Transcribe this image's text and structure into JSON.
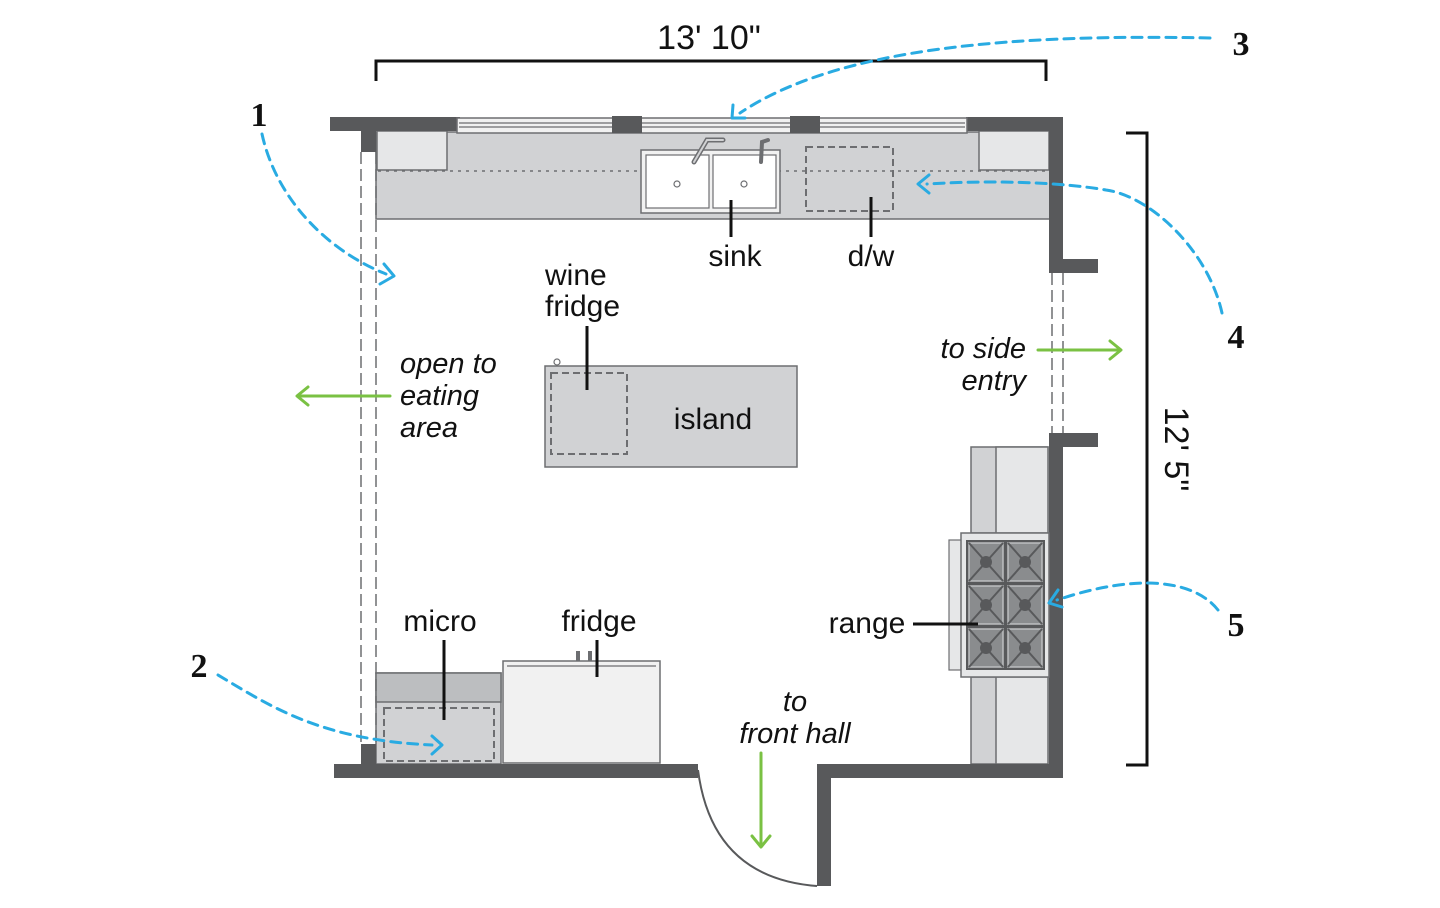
{
  "dimensions": {
    "width": "13' 10\"",
    "depth": "12' 5\""
  },
  "labels": {
    "sink": "sink",
    "dishwasher": "d/w",
    "wine_line1": "wine",
    "wine_line2": "fridge",
    "island": "island",
    "micro": "micro",
    "fridge": "fridge",
    "range": "range",
    "eating_line1": "open to",
    "eating_line2": "eating",
    "eating_line3": "area",
    "side_line1": "to side",
    "side_line2": "entry",
    "hall_line1": "to",
    "hall_line2": "front hall"
  },
  "callouts": [
    "1",
    "2",
    "3",
    "4",
    "5"
  ],
  "colors": {
    "wall": "#58595b",
    "counter": "#d1d2d4",
    "appliance": "#f1f1f1",
    "outline": "#6d6e71",
    "callout_arrow": "#29abe2",
    "direction_arrow": "#7ac143",
    "text": "#111111"
  }
}
